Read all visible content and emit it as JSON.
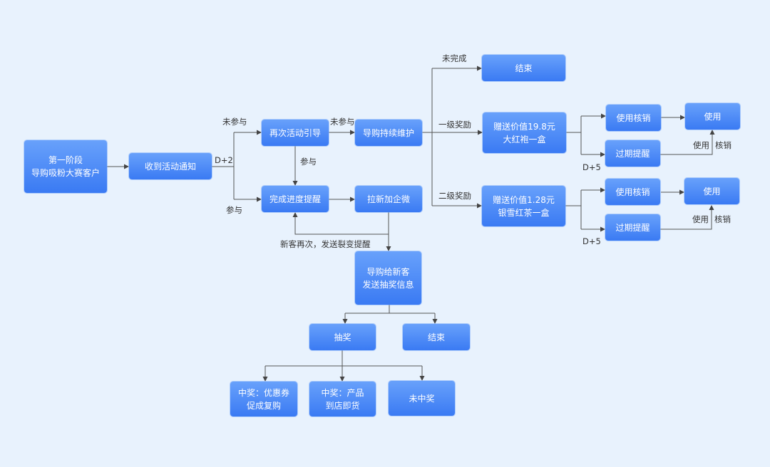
{
  "nodes": {
    "start": [
      "第一阶段",
      "导购吸粉大赛客户"
    ],
    "notify": "收到活动通知",
    "reguide": "再次活动引导",
    "maintain": "导购持续维护",
    "progress": "完成进度提醒",
    "wechat": "拉新加企微",
    "end_top": "结束",
    "gift1": [
      "赠送价值19.8元",
      "大红袍一盒"
    ],
    "gift2": [
      "赠送价值1.28元",
      "银雪红茶一盒"
    ],
    "use_verify_1": "使用核销",
    "expire_1": "过期提醒",
    "use_1": "使用",
    "use_verify_2": "使用核销",
    "expire_2": "过期提醒",
    "use_2": "使用",
    "lottery_info": [
      "导购给新客",
      "发送抽奖信息"
    ],
    "lottery": "抽奖",
    "end_bottom": "结束",
    "win_coupon": [
      "中奖：优惠券",
      "促成复购"
    ],
    "win_product": [
      "中奖：产品",
      "到店即货"
    ],
    "no_win": "未中奖"
  },
  "labels": {
    "not_joined_1": "未参与",
    "joined_1": "参与",
    "d2": "D+2",
    "not_joined_2": "未参与",
    "joined_2": "参与",
    "fission": "新客再次，发送裂变提醒",
    "not_done": "未完成",
    "level1": "一级奖励",
    "level2": "二级奖励",
    "d5_1": "D+5",
    "d5_2": "D+5",
    "use_a": "使用",
    "verify_a": "核销",
    "use_b": "使用",
    "verify_b": "核销"
  },
  "colors": {
    "background": "#e8f2fd",
    "node_top": "#68a1fb",
    "node_bottom": "#3a7af3",
    "line": "#555555"
  }
}
